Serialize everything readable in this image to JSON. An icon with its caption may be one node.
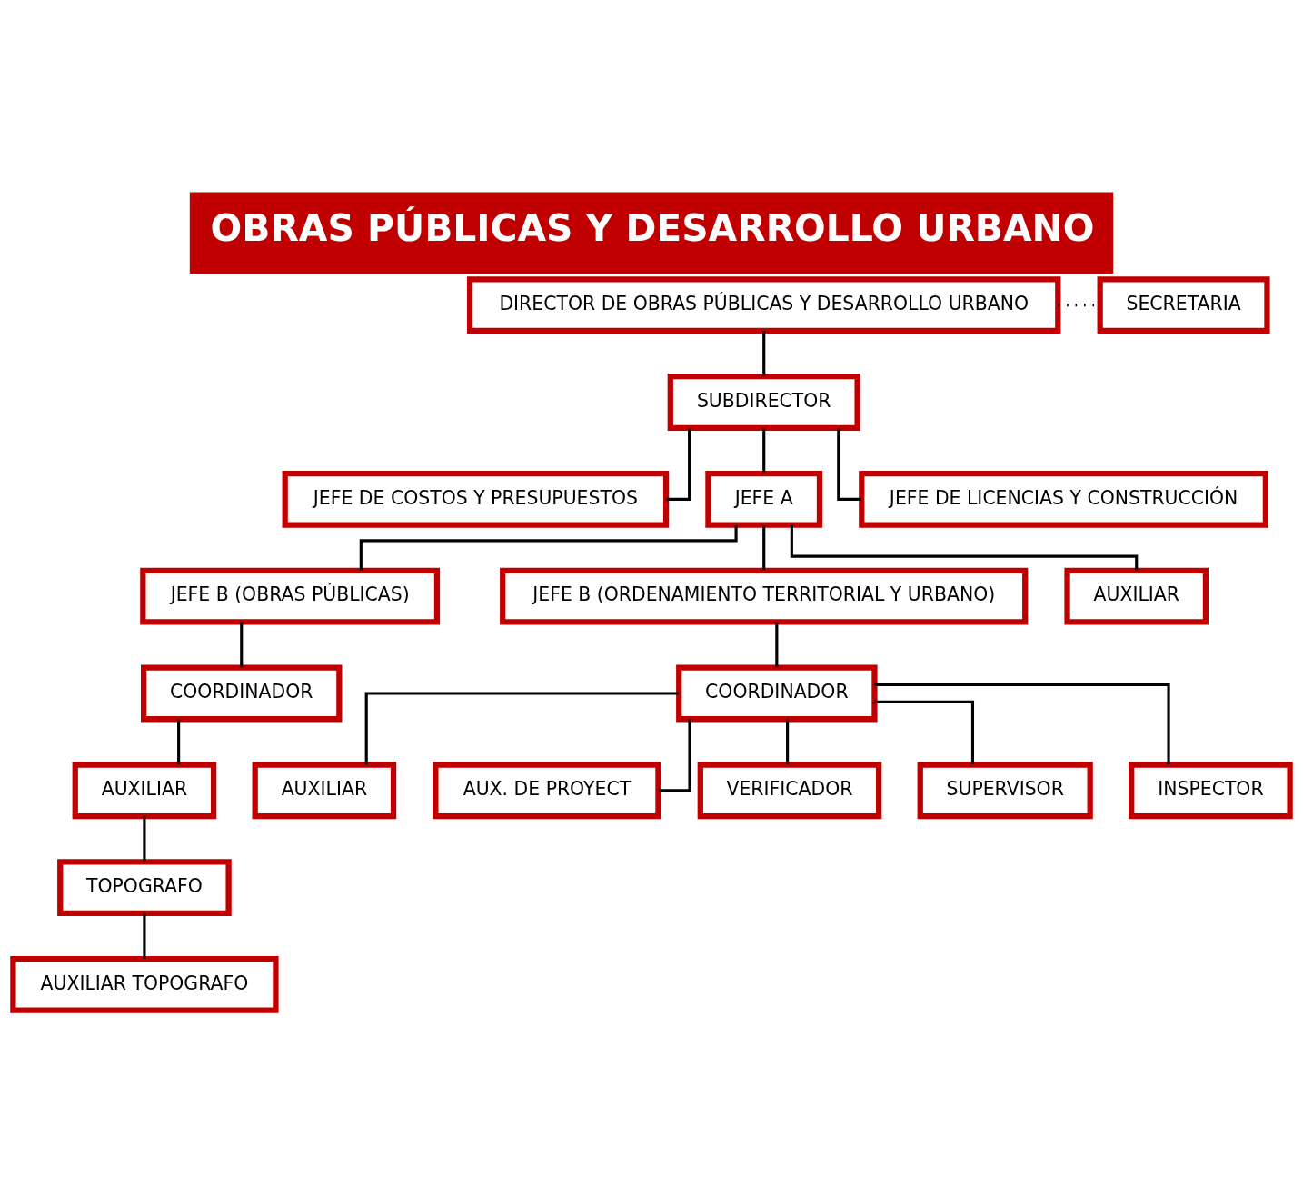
{
  "diagram": {
    "title": "OBRAS PÚBLICAS Y DESARROLLO URBANO",
    "nodes": [
      {
        "text": [
          "DIRECTOR DE OBRAS PÚBLICAS Y DESARROLLO URBANO"
        ]
      },
      {
        "text": [
          "SECRETARIA"
        ]
      },
      {
        "text": [
          "SUBDIRECTOR"
        ]
      },
      {
        "text": [
          "JEFE DE COSTOS Y PRESUPUESTOS"
        ]
      },
      {
        "text": [
          "JEFE A"
        ]
      },
      {
        "text": [
          "JEFE DE LICENCIAS Y CONSTRUCCIÓN"
        ]
      },
      {
        "text": [
          "JEFE B (OBRAS PÚBLICAS)"
        ]
      },
      {
        "text": [
          "JEFE B (ORDENAMIENTO TERRITORIAL Y URBANO)"
        ]
      },
      {
        "text": [
          "COORDINADOR"
        ]
      },
      {
        "text": [
          "COORDINADOR"
        ]
      },
      {
        "text": [
          "AUXILIAR"
        ]
      },
      {
        "text": [
          "AUXILIAR"
        ]
      },
      {
        "text": [
          "AUXILIAR"
        ]
      },
      {
        "text": [
          "AUX. DE PROYECT"
        ]
      },
      {
        "text": [
          "TOPOGRAFO"
        ]
      },
      {
        "text": [
          "VERIFICADOR"
        ]
      },
      {
        "text": [
          "SUPERVISOR"
        ]
      },
      {
        "text": [
          "AUXILIAR TOPOGRAFO"
        ]
      },
      {
        "text": [
          "INSPECTOR"
        ]
      }
    ],
    "edges": [
      {
        "from": 0,
        "to": 2,
        "arrow": "none"
      },
      {
        "from": 0,
        "to": 1,
        "arrow": "none",
        "style": "dashed"
      },
      {
        "from": 2,
        "to": 3,
        "arrow": "none"
      },
      {
        "from": 2,
        "to": 4,
        "arrow": "none"
      },
      {
        "from": 2,
        "to": 5,
        "arrow": "none"
      },
      {
        "from": 4,
        "to": 6,
        "arrow": "none"
      },
      {
        "from": 4,
        "to": 7,
        "arrow": "none"
      },
      {
        "from": 4,
        "to": 11,
        "arrow": "none"
      },
      {
        "from": 6,
        "to": 8,
        "arrow": "none"
      },
      {
        "from": 8,
        "to": 10,
        "arrow": "none"
      },
      {
        "from": 10,
        "to": 14,
        "arrow": "none"
      },
      {
        "from": 14,
        "to": 17,
        "arrow": "none"
      },
      {
        "from": 7,
        "to": 9,
        "arrow": "none"
      },
      {
        "from": 9,
        "to": 12,
        "arrow": "none"
      },
      {
        "from": 9,
        "to": 13,
        "arrow": "none"
      },
      {
        "from": 9,
        "to": 15,
        "arrow": "none"
      },
      {
        "from": 9,
        "to": 16,
        "arrow": "none"
      },
      {
        "from": 9,
        "to": 18,
        "arrow": "none"
      }
    ]
  }
}
